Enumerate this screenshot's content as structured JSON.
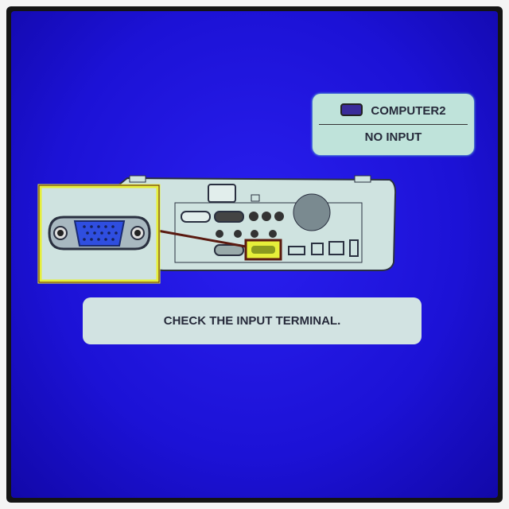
{
  "source": {
    "icon": "computer-port-icon",
    "name": "COMPUTER2",
    "status": "NO INPUT"
  },
  "message": "CHECK THE INPUT TERMINAL.",
  "colors": {
    "screen": "#1c12d6",
    "panel": "#bfe3da",
    "highlight": "#e6ef3a"
  }
}
